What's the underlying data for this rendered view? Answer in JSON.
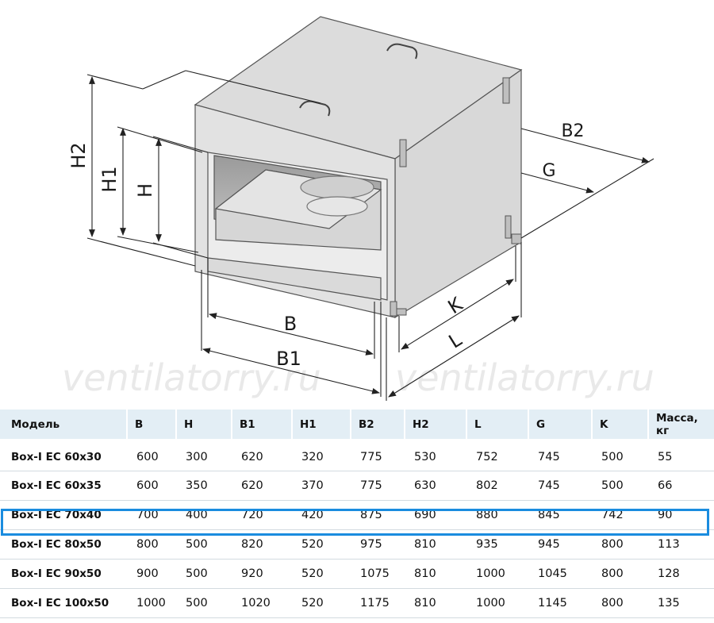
{
  "watermark": "ventilatorry.ru",
  "dimension_labels": {
    "H2": "H2",
    "H1": "H1",
    "H": "H",
    "B": "B",
    "B1": "B1",
    "B2": "B2",
    "G": "G",
    "K": "K",
    "L": "L"
  },
  "table": {
    "headers": [
      "Модель",
      "B",
      "H",
      "B1",
      "H1",
      "B2",
      "H2",
      "L",
      "G",
      "K",
      "Масса, кг"
    ],
    "rows": [
      [
        "Box-I EC 60x30",
        "600",
        "300",
        "620",
        "320",
        "775",
        "530",
        "752",
        "745",
        "500",
        "55"
      ],
      [
        "Box-I EC 60x35",
        "600",
        "350",
        "620",
        "370",
        "775",
        "630",
        "802",
        "745",
        "500",
        "66"
      ],
      [
        "Box-I EC 70x40",
        "700",
        "400",
        "720",
        "420",
        "875",
        "690",
        "880",
        "845",
        "742",
        "90"
      ],
      [
        "Box-I EC 80x50",
        "800",
        "500",
        "820",
        "520",
        "975",
        "810",
        "935",
        "945",
        "800",
        "113"
      ],
      [
        "Box-I EC 90x50",
        "900",
        "500",
        "920",
        "520",
        "1075",
        "810",
        "1000",
        "1045",
        "800",
        "128"
      ],
      [
        "Box-I EC 100x50",
        "1000",
        "500",
        "1020",
        "520",
        "1175",
        "810",
        "1000",
        "1145",
        "800",
        "135"
      ]
    ],
    "highlighted_row_index": 2,
    "highlight_color": "#1a8cdf",
    "header_background": "#e3eef5"
  }
}
